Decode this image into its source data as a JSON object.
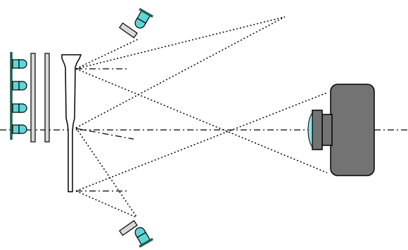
{
  "diagram": {
    "type": "optical-setup-schematic",
    "text_labels": [],
    "colors": {
      "led_lens": "#5fd6d6",
      "led_base": "#1f5f48",
      "filter_plate": "#d8d8d8",
      "camera_body": "#737373",
      "camera_lens": "#8ee2e6",
      "line": "#000000"
    },
    "components": [
      {
        "name": "led-array-left",
        "icon": "led-array-icon",
        "led_count": 4
      },
      {
        "name": "diffuser-plate-1",
        "icon": "plate-icon"
      },
      {
        "name": "diffuser-plate-2",
        "icon": "plate-icon"
      },
      {
        "name": "nozzle-capillary",
        "icon": "capillary-icon"
      },
      {
        "name": "mirror-top",
        "icon": "mirror-icon"
      },
      {
        "name": "mirror-bottom",
        "icon": "mirror-icon"
      },
      {
        "name": "led-top",
        "icon": "led-icon"
      },
      {
        "name": "led-bottom",
        "icon": "led-icon"
      },
      {
        "name": "camera",
        "icon": "camera-icon"
      }
    ]
  }
}
